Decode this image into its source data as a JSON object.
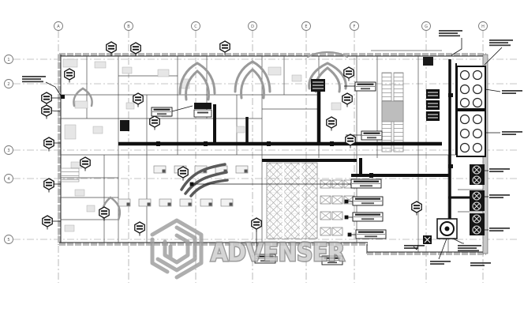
{
  "drawing": {
    "type": "mep-floor-plan",
    "watermark": {
      "text": "ADVENSER",
      "color": "#9e9e9e"
    },
    "grid": {
      "columns": [
        "A",
        "B",
        "C",
        "D",
        "E",
        "F",
        "G",
        "H"
      ],
      "rows": [
        "1",
        "2",
        "3",
        "4",
        "5"
      ]
    },
    "colors": {
      "ink": "#1c1c1c",
      "partition": "#4a4a4a",
      "duct_gray": "#9a9a9a",
      "wall_gray": "#b8b8b8",
      "watermark_stroke": "#848484",
      "watermark_fill": "#cbcbcb"
    },
    "icons": {
      "grid-bubble": "circle-with-label",
      "diffuser-tag": "hexagon-with-bars",
      "fan": "circle-with-x",
      "damper": "filled-square",
      "callout": "two-row-label-box",
      "watermark-logo": "hex-cube-ribbon"
    }
  }
}
